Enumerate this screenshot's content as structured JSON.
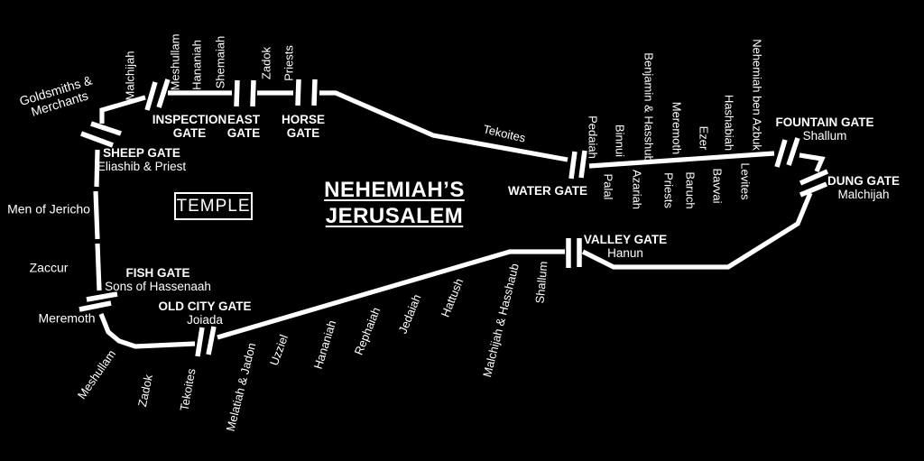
{
  "title": {
    "line1": "NEHEMIAH’S",
    "line2": "JERUSALEM"
  },
  "temple_label": "TEMPLE",
  "colors": {
    "background": "#000000",
    "foreground": "#ffffff"
  },
  "gates": {
    "sheep": {
      "name": "SHEEP GATE",
      "builder": "Eliashib & Priest"
    },
    "inspection": {
      "name": "INSPECTION GATE"
    },
    "east": {
      "name": "EAST GATE"
    },
    "horse": {
      "name": "HORSE GATE"
    },
    "water": {
      "name": "WATER GATE"
    },
    "fountain": {
      "name": "FOUNTAIN GATE",
      "builder": "Shallum"
    },
    "dung": {
      "name": "DUNG GATE",
      "builder": "Malchijah"
    },
    "valley": {
      "name": "VALLEY GATE",
      "builder": "Hanun"
    },
    "old_city": {
      "name": "OLD CITY GATE",
      "builder": "Joiada"
    },
    "fish": {
      "name": "FISH GATE",
      "builder": "Sons of Hassenaah"
    }
  },
  "wall_builders": {
    "northwest_corner": {
      "line1": "Goldsmiths &",
      "line2": "Merchants"
    },
    "north": [
      "Malchijah",
      "Meshullam",
      "Hananiah",
      "Shemaiah",
      "Zadok",
      "Priests"
    ],
    "northeast": "Tekoites",
    "east_above": [
      "Pedaiah",
      "Binnui",
      "Benjamin & Hasshub",
      "Meremoth",
      "Ezer",
      "Hashabiah",
      "Nehemiah ben Azbuk"
    ],
    "east_below": [
      "Palal",
      "Azariah",
      "Priests",
      "Baruch",
      "Bavvai",
      "Levites"
    ],
    "south": [
      "Shallum",
      "Malchijah & Hasshaub",
      "Hattush",
      "Jedaiah",
      "Rephaiah",
      "Hananiah",
      "Uzziel",
      "Melatiah & Jadon",
      "Tekoites",
      "Zadok",
      "Meshullam"
    ],
    "west": [
      "Men of Jericho",
      "Zaccur",
      "Meremoth"
    ]
  }
}
